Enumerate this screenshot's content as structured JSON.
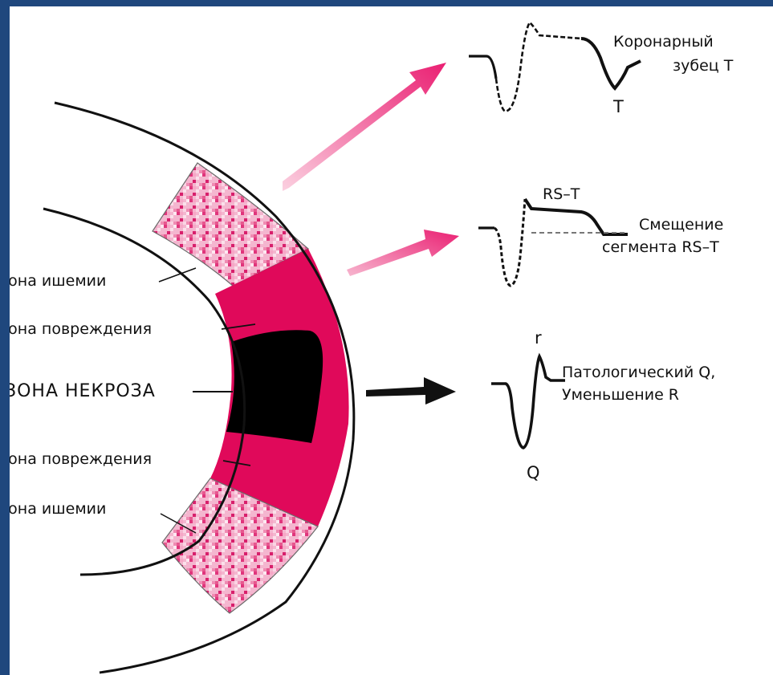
{
  "zones": {
    "ischemia_top": "Зона ишемии",
    "injury_top": "Зона повреждения",
    "necrosis": "ЗОНА НЕКРОЗА",
    "injury_bottom": "Зона повреждения",
    "ischemia_bottom": "Зона ишемии"
  },
  "ecg": {
    "t_wave": {
      "caption_1": "Коронарный",
      "caption_2": "зубец Т",
      "letter": "Т"
    },
    "st_shift": {
      "top_label": "RS–T",
      "caption_1": "Смещение",
      "caption_2": "сегмента RS–T"
    },
    "q_wave": {
      "caption_1": "Патологический Q,",
      "caption_2": "Уменьшение R",
      "letter_r": "r",
      "letter_q": "Q"
    }
  },
  "colors": {
    "frame": "#1f477d",
    "injury": "#e0095a",
    "ischemia": "#f4b6cf",
    "arrow_pink": "#ea1f72",
    "necrosis": "#000000"
  }
}
